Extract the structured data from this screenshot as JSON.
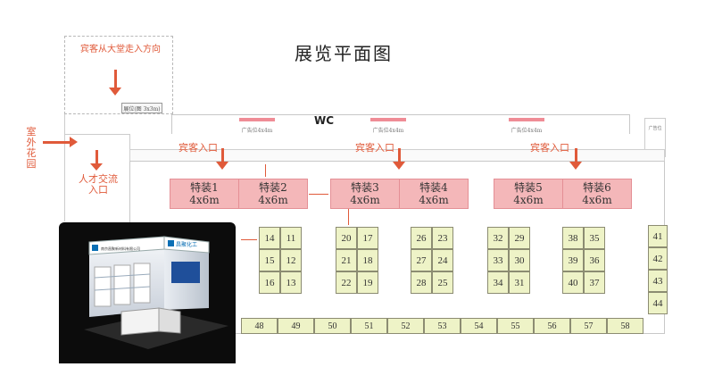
{
  "title": "展览平面图",
  "lobby_label": "宾客从大堂走入方向",
  "lobby_small_box": "展位(图 3x3m)",
  "side_left_label": [
    "室",
    "外",
    "花",
    "园"
  ],
  "talent_label": [
    "人才交流",
    "入口"
  ],
  "wc": "WC",
  "ad_spots": [
    "广告位4x4m",
    "广告位4x4m",
    "广告位4x4m",
    "广告位"
  ],
  "entrances": [
    "宾客入口",
    "宾客入口",
    "宾客入口"
  ],
  "special_booths": [
    {
      "name": "特装1",
      "size": "4x6m"
    },
    {
      "name": "特装2",
      "size": "4x6m"
    },
    {
      "name": "特装3",
      "size": "4x6m"
    },
    {
      "name": "特装4",
      "size": "4x6m"
    },
    {
      "name": "特装5",
      "size": "4x6m"
    },
    {
      "name": "特装6",
      "size": "4x6m"
    }
  ],
  "booth_columns": [
    [
      "14",
      "11",
      "15",
      "12",
      "16",
      "13"
    ],
    [
      "20",
      "17",
      "21",
      "18",
      "22",
      "19"
    ],
    [
      "26",
      "23",
      "27",
      "24",
      "28",
      "25"
    ],
    [
      "32",
      "29",
      "33",
      "30",
      "34",
      "31"
    ],
    [
      "38",
      "35",
      "39",
      "36",
      "40",
      "37"
    ]
  ],
  "right_booths": [
    "41",
    "42",
    "43",
    "44"
  ],
  "bottom_booths": [
    "48",
    "49",
    "50",
    "51",
    "52",
    "53",
    "54",
    "55",
    "56",
    "57",
    "58"
  ],
  "booth_brand_text": "南京昌聚新材料有限公司",
  "booth_logo_text": "昌聚化工",
  "colors": {
    "accent": "#e05a3a",
    "special": "#f4b7b9",
    "booth": "#eef3c7"
  }
}
